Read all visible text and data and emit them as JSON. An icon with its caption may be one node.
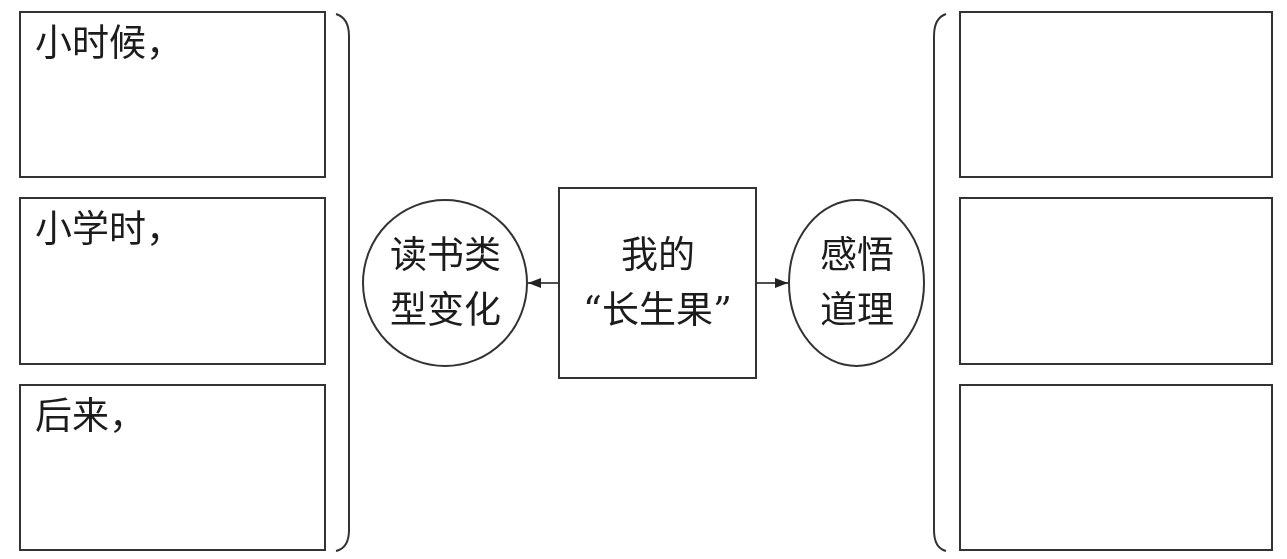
{
  "diagram": {
    "nodes": [
      {
        "text": [
          "小时候，"
        ]
      },
      {
        "text": [
          "小学时，"
        ]
      },
      {
        "text": [
          "后来，"
        ]
      },
      {
        "text": [
          "读书类型变化"
        ]
      },
      {
        "text": [
          "我的“长生果”"
        ]
      },
      {
        "text": [
          "感悟道理"
        ]
      },
      {
        "text": [],
        "shape": "box"
      },
      {
        "text": [],
        "shape": "box"
      },
      {
        "text": [],
        "shape": "box"
      }
    ],
    "edges": [
      {
        "from": 4,
        "to": 3,
        "arrow": "to"
      },
      {
        "from": 4,
        "to": 5,
        "arrow": "to"
      }
    ]
  }
}
